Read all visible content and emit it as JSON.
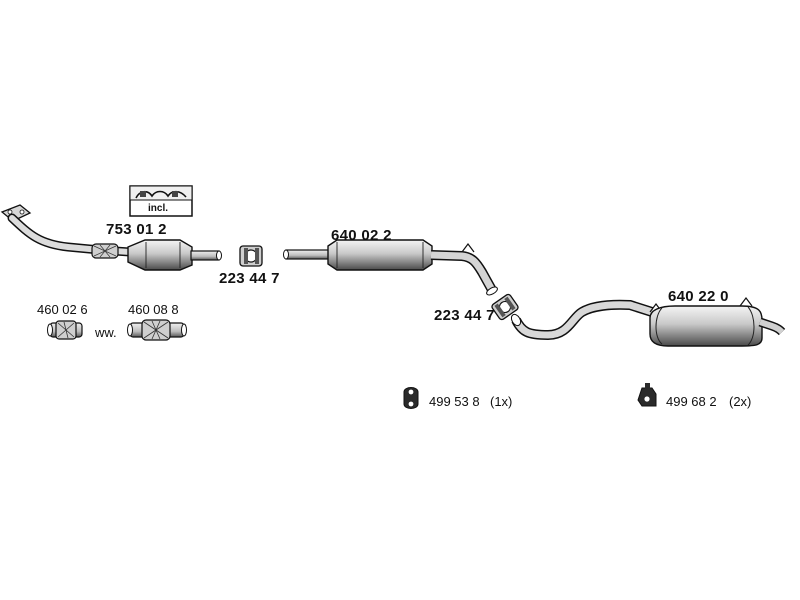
{
  "colors": {
    "line": "#111111",
    "fill_light": "#e6e6e6",
    "fill_mid": "#bdbdbd",
    "fill_dark": "#6a6a6a",
    "background": "#ffffff"
  },
  "parts": {
    "front_pipe_catalyst": {
      "number": "753 01 2",
      "kit_label": "incl."
    },
    "clamp_front": {
      "number": "223 44 7"
    },
    "middle_silencer": {
      "number": "640 02 2"
    },
    "clamp_rear": {
      "number": "223 44 7"
    },
    "rear_silencer": {
      "number": "640 22 0"
    },
    "flex_pipe_a": {
      "number": "460 02 6"
    },
    "flex_pipe_b": {
      "number": "460 08 8"
    },
    "alternative": {
      "text": "ww."
    },
    "rubber_mount_a": {
      "number": "499 53 8",
      "qty": "(1x)"
    },
    "rubber_mount_b": {
      "number": "499 68 2",
      "qty": "(2x)"
    }
  }
}
